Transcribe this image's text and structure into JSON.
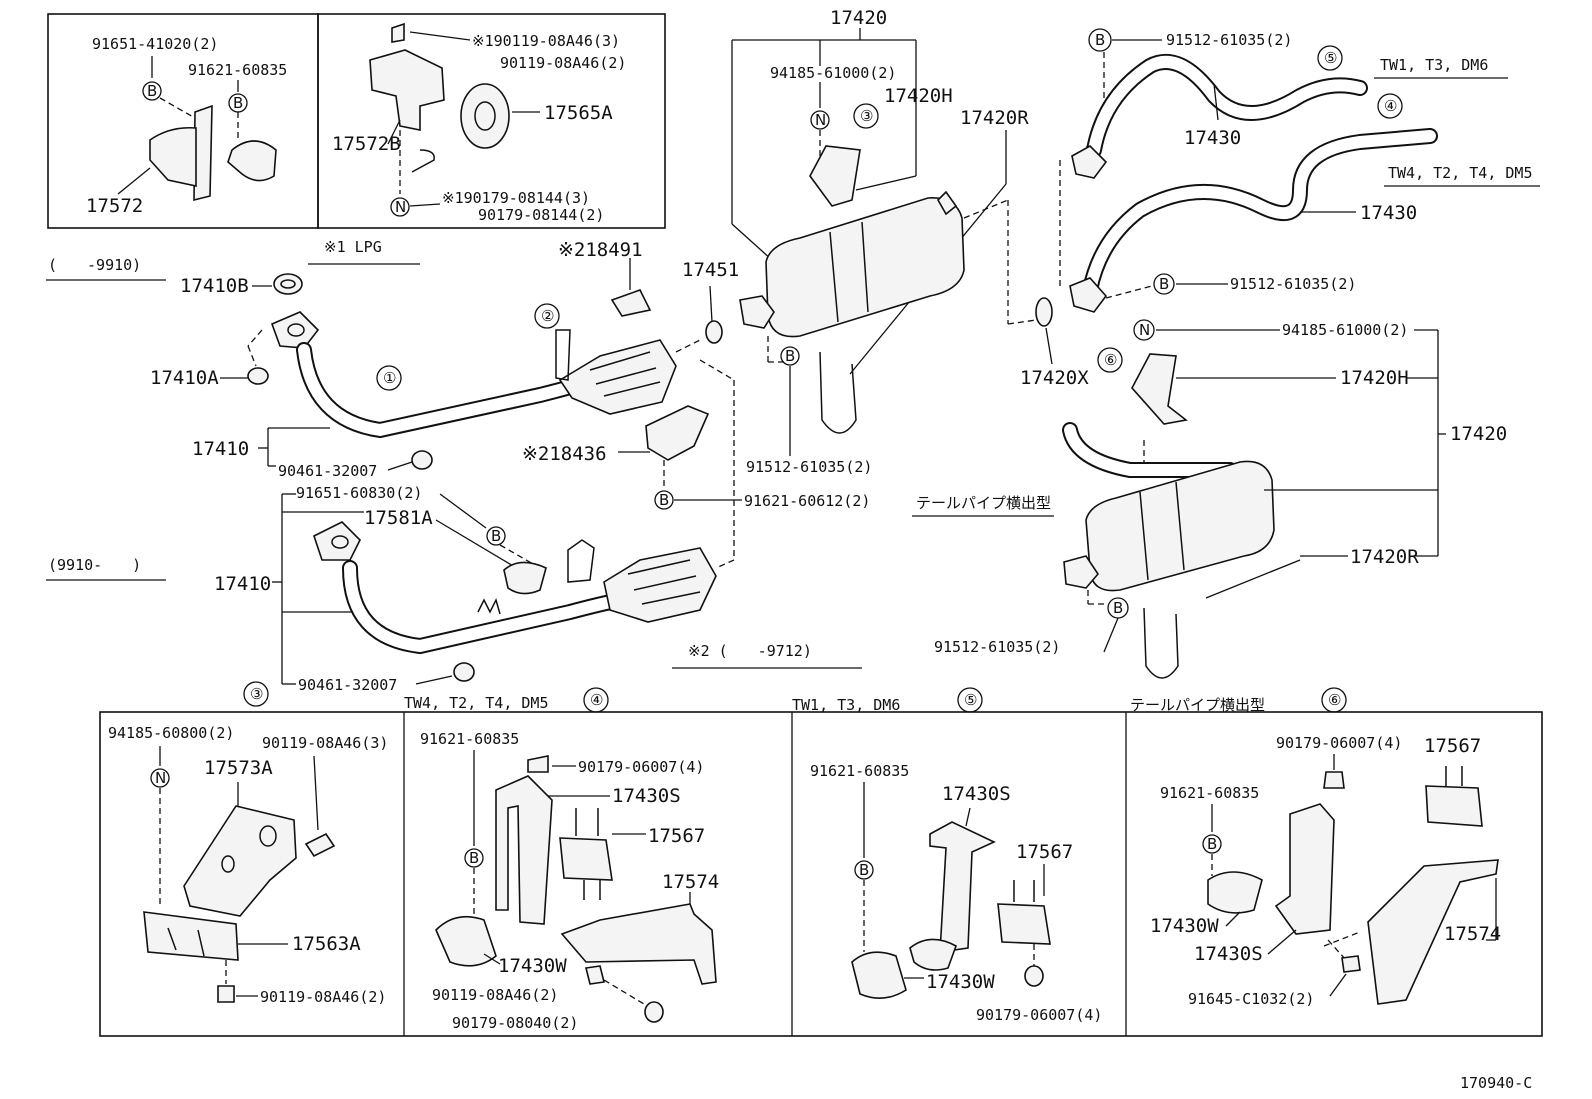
{
  "diagram_code": "170940-C",
  "notes": {
    "lpg": "※1 LPG",
    "date_to_9910": "(　　-9910)",
    "date_from_9910": "(9910-　　)",
    "star2": "※2 (　　-9712)",
    "tail_pipe_side": "テールパイプ横出型",
    "variant_tw1": "TW1, T3, DM6",
    "variant_tw4": "TW4, T2, T4, DM5"
  },
  "symbols": {
    "bolt": "B",
    "nut": "N"
  },
  "circled": [
    "①",
    "②",
    "③",
    "④",
    "⑤",
    "⑥"
  ],
  "parts": {
    "p91651_41020": "91651-41020(2)",
    "p91621_60835": "91621-60835",
    "p17572": "17572",
    "p90119_08A46_3s": "※190119-08A46(3)",
    "p90119_08A46_2": "90119-08A46(2)",
    "p17565A": "17565A",
    "p17572B": "17572B",
    "p90179_08144_3s": "※190179-08144(3)",
    "p90179_08144_2": "90179-08144(2)",
    "p17410B": "17410B",
    "p17410A": "17410A",
    "p17410": "17410",
    "p90461_32007": "90461-32007",
    "p18491": "※218491",
    "p18436": "※218436",
    "p17451": "17451",
    "p91621_60612": "91621-60612(2)",
    "p91651_60830": "91651-60830(2)",
    "p17581A": "17581A",
    "p17420": "17420",
    "p94185_61000": "94185-61000(2)",
    "p17420H": "17420H",
    "p17420R": "17420R",
    "p91512_61035": "91512-61035(2)",
    "p17430": "17430",
    "p17420X": "17420X",
    "p94185_60800": "94185-60800(2)",
    "p90119_08A46_3": "90119-08A46(3)",
    "p17573A": "17573A",
    "p17563A": "17563A",
    "p90179_06007": "90179-06007(4)",
    "p17430S": "17430S",
    "p17567": "17567",
    "p17574": "17574",
    "p17430W": "17430W",
    "p90179_08040": "90179-08040(2)",
    "p91645_C1032": "91645-C1032(2)"
  }
}
